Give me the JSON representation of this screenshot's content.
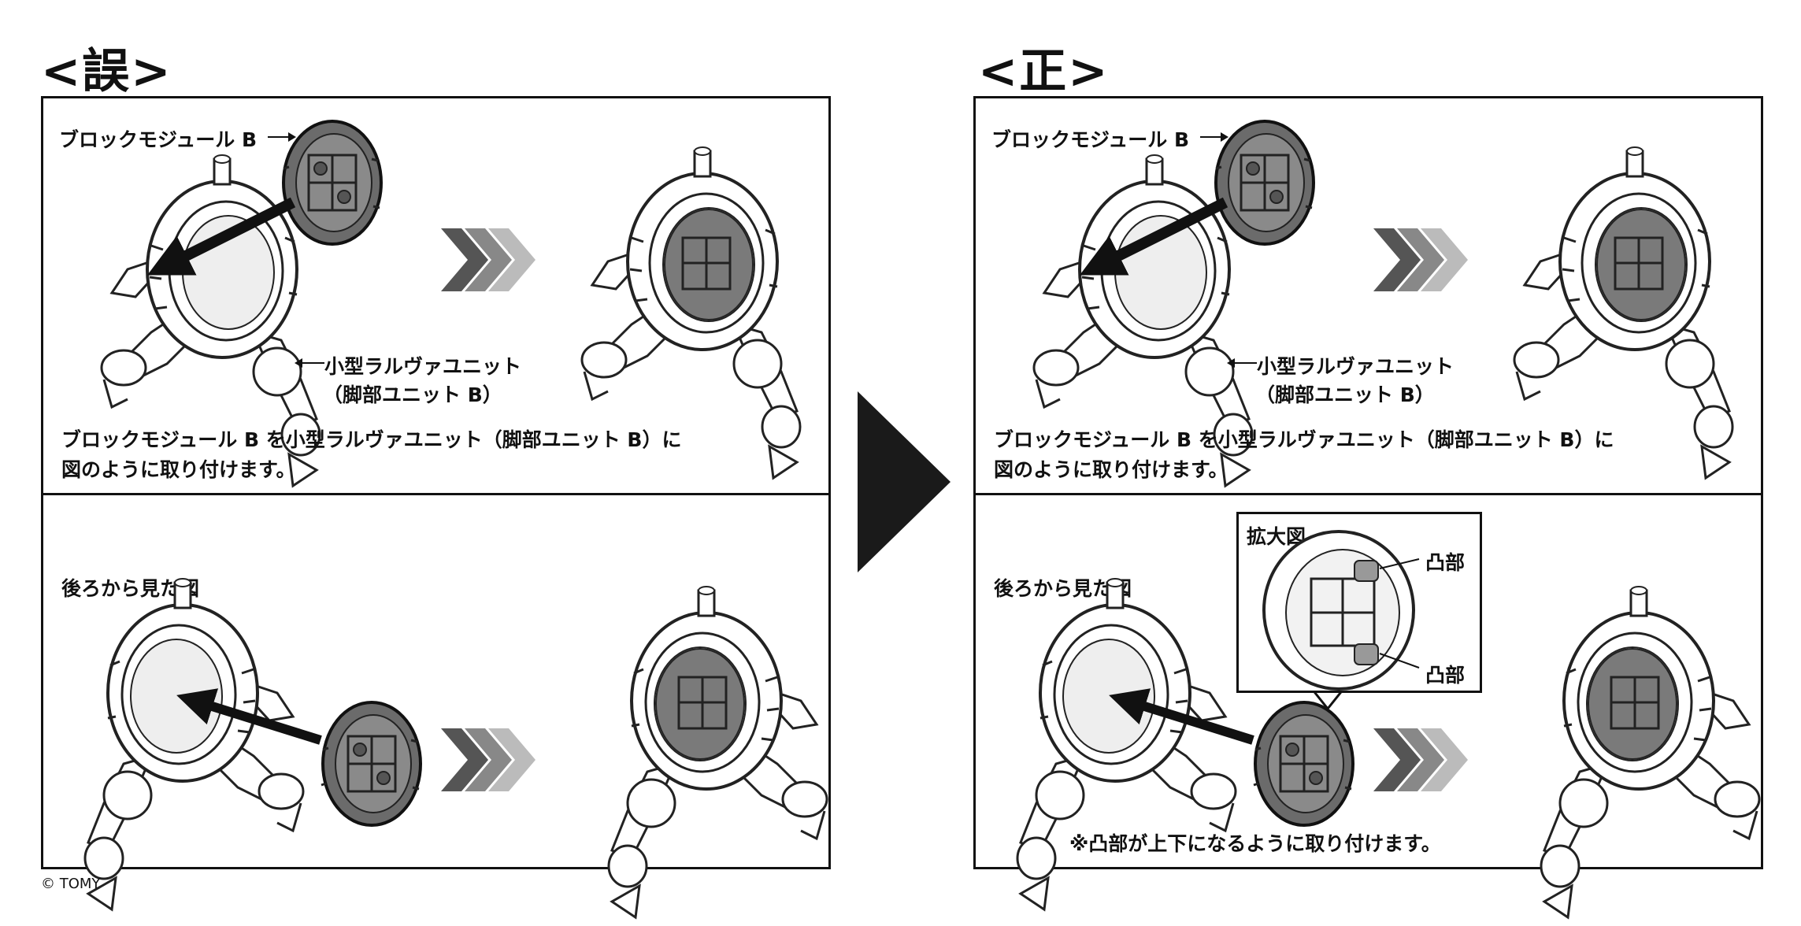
{
  "headings": {
    "wrong": "<誤>",
    "right": "<正>"
  },
  "labels": {
    "module_b": "ブロックモジュール B",
    "unit_line1": "小型ラルヴァユニット",
    "unit_line2": "（脚部ユニット B）",
    "instruction_line1": "ブロックモジュール B を小型ラルヴァユニット（脚部ユニット B）に",
    "instruction_line2": "図のように取り付けます。",
    "rear_view": "後ろから見た図",
    "zoom_title": "拡大図",
    "boss_top": "凸部",
    "boss_bottom": "凸部",
    "note": "※凸部が上下になるように取り付けます。"
  },
  "copyright": "© TOMY",
  "colors": {
    "ink": "#111111",
    "module": "#6b6b6b",
    "line": "#222222",
    "paper": "#ffffff"
  },
  "icons": [
    "unit-drawing",
    "module-drawing",
    "assembly-arrow",
    "progress-chevrons",
    "big-right-triangle"
  ]
}
